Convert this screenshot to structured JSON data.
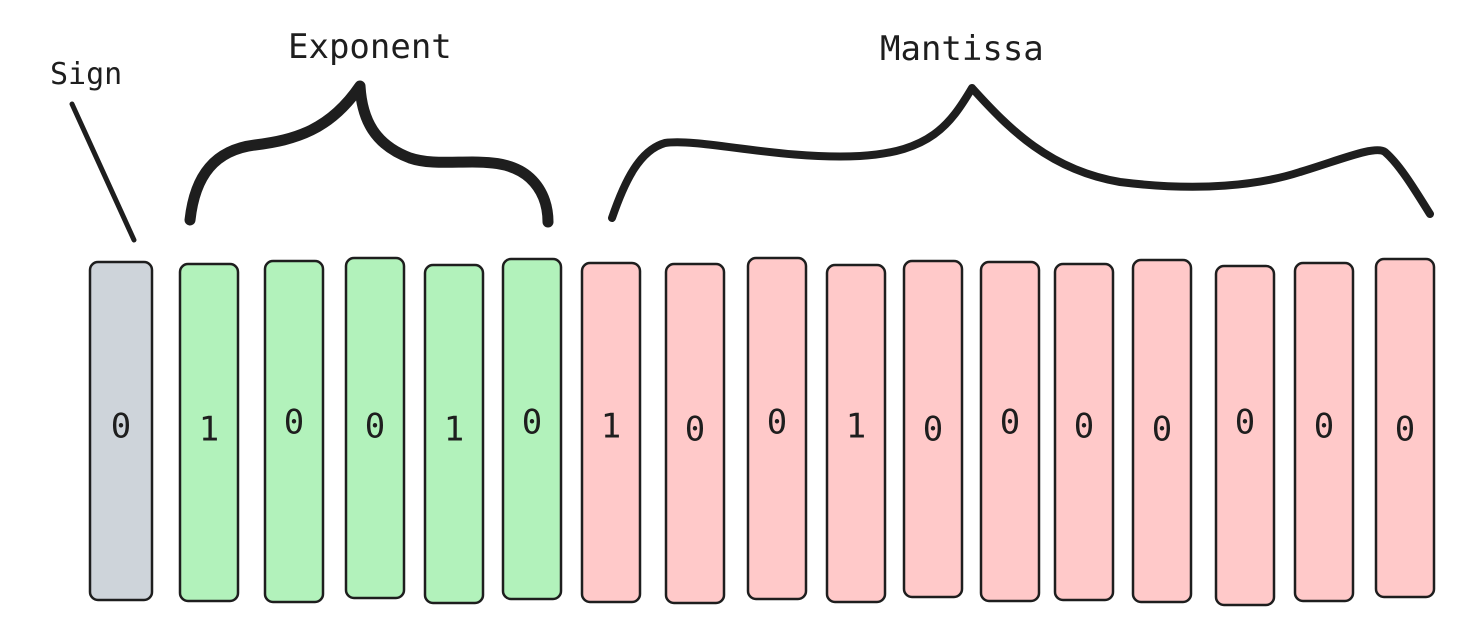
{
  "labels": {
    "sign": "Sign",
    "exponent": "Exponent",
    "mantissa": "Mantissa"
  },
  "colors": {
    "sign": "#ced4da",
    "exponent": "#b2f2bb",
    "mantissa": "#ffc9c9",
    "stroke": "#1e1e1e"
  },
  "bits": {
    "sign": [
      "0"
    ],
    "exponent": [
      "1",
      "0",
      "0",
      "1",
      "0"
    ],
    "mantissa": [
      "1",
      "0",
      "0",
      "1",
      "0",
      "0",
      "0",
      "0",
      "0",
      "0",
      "0"
    ]
  }
}
